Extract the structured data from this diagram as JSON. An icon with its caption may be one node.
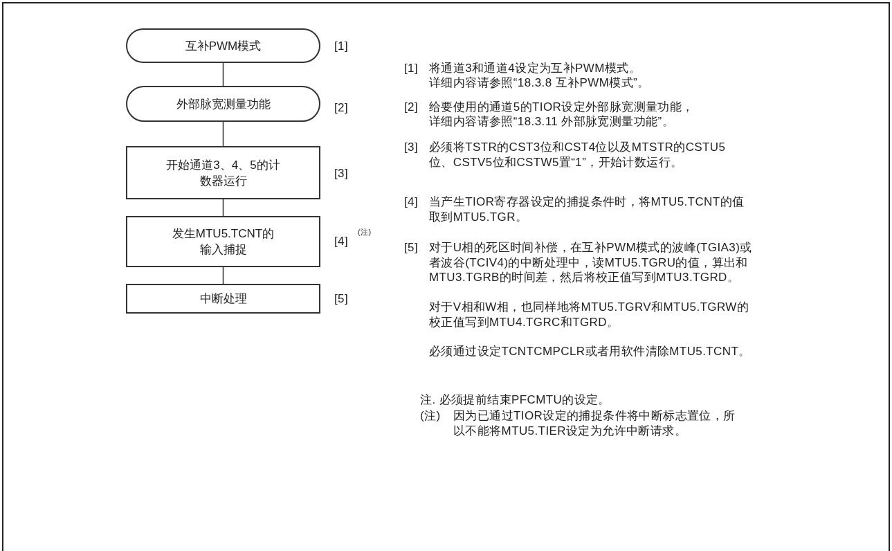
{
  "diagram": {
    "nodes": [
      {
        "text": [
          "互补PWM模式"
        ],
        "beside": [
          "[1]"
        ]
      },
      {
        "text": [
          "外部脉宽测量功能"
        ],
        "beside": [
          "[2]"
        ]
      },
      {
        "text": [
          "开始通道3、4、5的计数器运行"
        ],
        "beside": [
          "[3]"
        ]
      },
      {
        "text": [
          "发生MTU5.TCNT的输入捕捉"
        ],
        "beside": [
          "[4]",
          "(注)"
        ]
      },
      {
        "text": [
          "中断处理"
        ],
        "beside": [
          "[5]"
        ]
      }
    ],
    "edges": [
      {
        "from": 0,
        "to": 1,
        "arrow": "none"
      },
      {
        "from": 1,
        "to": 2,
        "arrow": "none"
      },
      {
        "from": 2,
        "to": 3,
        "arrow": "none"
      },
      {
        "from": 3,
        "to": 4,
        "arrow": "none"
      }
    ],
    "labels": [
      "[1]",
      "将通道3和通道4设定为互补PWM模式。",
      "详细内容请参照“18.3.8  互补PWM模式”。",
      "[2]",
      "给要使用的通道5的TIOR设定外部脉宽测量功能，",
      "详细内容请参照“18.3.11  外部脉宽测量功能”。",
      "[3]",
      "必须将TSTR的CST3位和CST4位以及MTSTR的CSTU5位、CSTV5位和CSTW5置“1”，开始计数运行。",
      "[4]",
      "当产生TIOR寄存器设定的捕捉条件时，将MTU5.TCNT的值取到MTU5.TGR。",
      "[5]",
      "对于U相的死区时间补偿，在互补PWM模式的波峰(TGIA3)或者波谷(TCIV4)的中断处理中，读MTU5.TGRU的值，算出和MTU3.TGRB的时间差，然后将校正值写到MTU3.TGRD。",
      "对于V相和W相，也同样地将MTU5.TGRV和MTU5.TGRW的校正值写到MTU4.TGRC和TGRD。",
      "必须通过设定TCNTCMPCLR或者用软件清除MTU5.TCNT。",
      "注. 必须提前结束PFCMTU的设定。",
      "(注)",
      "因为已通过TIOR设定的捕捉条件将中断标志置位，所以不能将MTU5.TIER设定为允许中断请求。"
    ]
  }
}
